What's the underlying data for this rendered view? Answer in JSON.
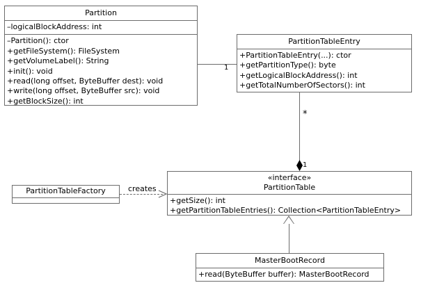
{
  "diagram": {
    "title": "Partition / PartitionTable UML class diagram",
    "stroke_color": "#6b6b6b",
    "text_color": "#000000",
    "background_color": "#ffffff"
  },
  "classes": {
    "partition": {
      "name": "Partition",
      "attributes": [
        "–logicalBlockAddress: int"
      ],
      "operations": [
        "–Partition(): ctor",
        "+getFileSystem(): FileSystem",
        "+getVolumeLabel(): String",
        "+init(): void",
        "+read(long offset, ByteBuffer dest): void",
        "+write(long offset, ByteBuffer src): void",
        "+getBlockSize(): int"
      ]
    },
    "partition_table_entry": {
      "name": "PartitionTableEntry",
      "operations": [
        "+PartitionTableEntry(...): ctor",
        "+getPartitionType(): byte",
        "+getLogicalBlockAddress(): int",
        "+getTotalNumberOfSectors(): int"
      ]
    },
    "partition_table": {
      "stereotype": "«interface»",
      "name": "PartitionTable",
      "operations": [
        "+getSize(): int",
        "+getPartitionTableEntries(): Collection<PartitionTableEntry>"
      ]
    },
    "partition_table_factory": {
      "name": "PartitionTableFactory",
      "operations": []
    },
    "master_boot_record": {
      "name": "MasterBootRecord",
      "operations": [
        "+read(ByteBuffer buffer): MasterBootRecord"
      ]
    }
  },
  "relationships": {
    "partition_to_entry": {
      "type": "association",
      "multiplicity_target": "1"
    },
    "entry_to_table": {
      "type": "composition",
      "multiplicity_source": "*",
      "multiplicity_target": "1"
    },
    "factory_creates_table": {
      "type": "dependency",
      "label": "creates"
    },
    "mbr_implements_table": {
      "type": "realization"
    }
  }
}
